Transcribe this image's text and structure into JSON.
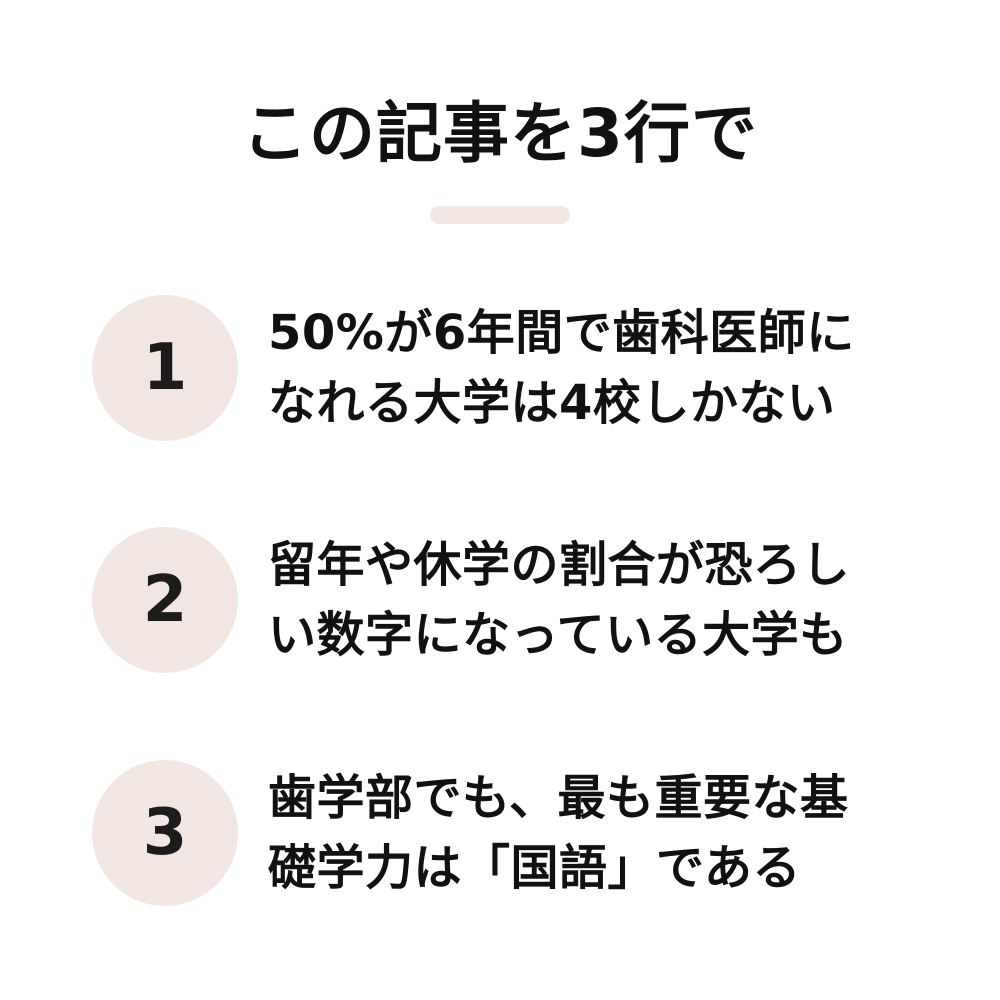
{
  "title": "この記事を3行で",
  "colors": {
    "accent_bg": "#f2e6e3",
    "text": "#111111",
    "background": "#ffffff"
  },
  "items": [
    {
      "number": "1",
      "lines": [
        "50%が6年間で歯科医師に",
        "なれる大学は4校しかない"
      ]
    },
    {
      "number": "2",
      "lines": [
        "留年や休学の割合が恐ろし",
        "い数字になっている大学も"
      ]
    },
    {
      "number": "3",
      "lines": [
        "歯学部でも、最も重要な基",
        "礎学力は「国語」である"
      ]
    }
  ]
}
